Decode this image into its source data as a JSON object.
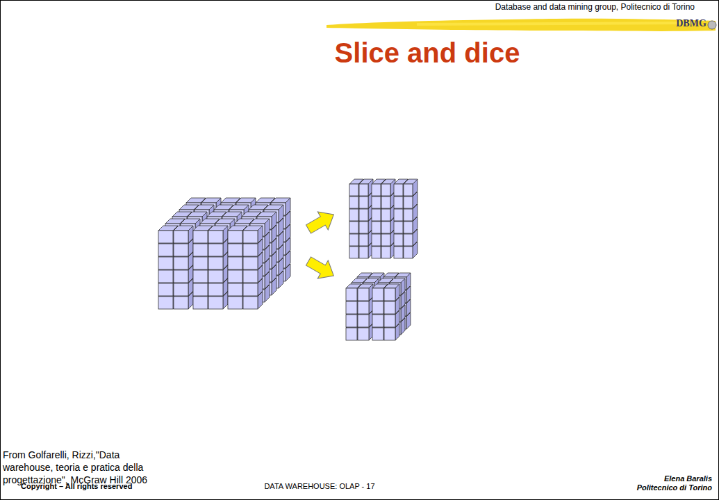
{
  "diagram": {
    "title": "Slice and dice",
    "caption": "From Golfarelli, Rizzi,\"Data warehouse, teoria e pratica della progettazione\", McGraw Hill 2006",
    "labels": [
      "Database and data mining group, Politecnico di Torino",
      "DBMG",
      "Copyright – All rights reserved",
      "DATA WAREHOUSE: OLAP - 17",
      "Elena Baralis Politecnico di Torino"
    ]
  }
}
